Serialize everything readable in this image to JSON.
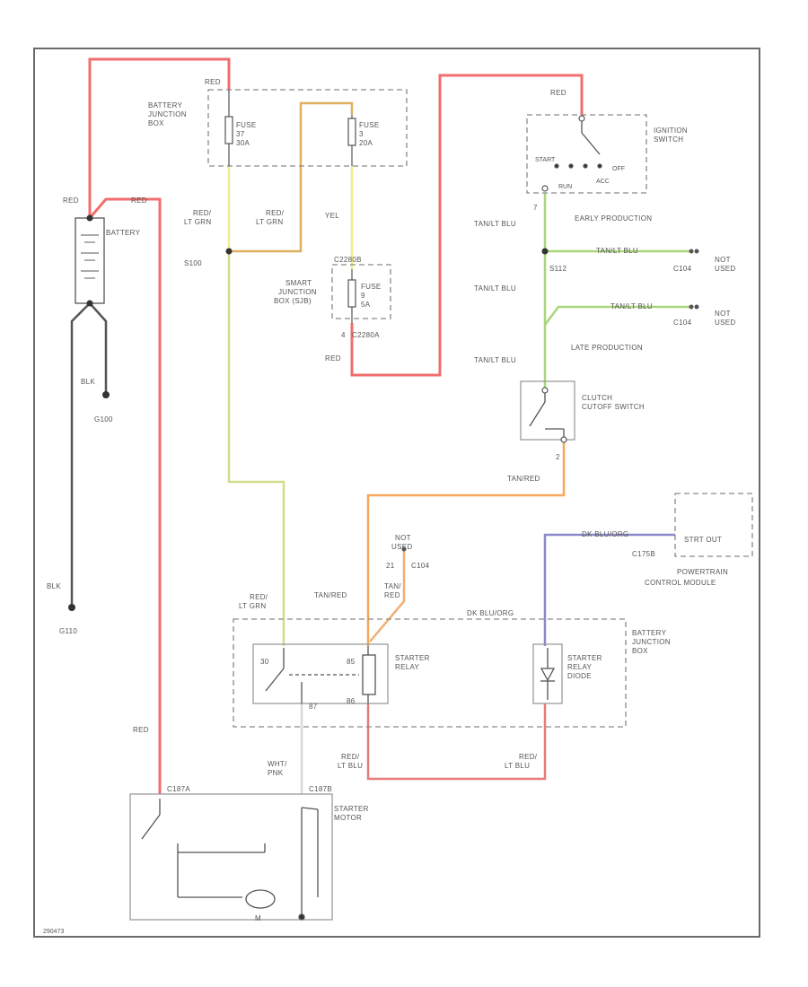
{
  "colors": {
    "red": "#f26d6d",
    "yellow": "#f0ee8a",
    "yellow_green": "#d3dc8a",
    "green": "#a9d67a",
    "orange": "#f5a85a",
    "tan_red": "#f2ad72",
    "dark_blue": "#8c88cc",
    "black": "#555555",
    "white_pink": "#d8d8d8",
    "red_ltblu": "#e87a7a",
    "red_ltgrn": "#e0b060"
  },
  "labels": {
    "red_top_battery": "RED",
    "battery_junction_box": [
      "BATTERY",
      "JUNCTION",
      "BOX"
    ],
    "fuse_37": [
      "FUSE",
      "37",
      "30A"
    ],
    "fuse_3": [
      "FUSE",
      "3",
      "20A"
    ],
    "red_ltgrn_1": [
      "RED/",
      "LT GRN"
    ],
    "red_ltgrn_2": [
      "RED/",
      "LT GRN"
    ],
    "yel": "YEL",
    "s100": "S100",
    "smart_junction_box": [
      "SMART",
      "JUNCTION",
      "BOX (SJB)"
    ],
    "c2280b": "C2280B",
    "fuse_9": [
      "FUSE",
      "9",
      "5A"
    ],
    "c2280a": "C2280A",
    "pin_4": "4",
    "red_sjb": "RED",
    "red_left": "RED",
    "red_battery_top": "RED",
    "battery": "BATTERY",
    "blk_1": "BLK",
    "g100": "G100",
    "blk_2": "BLK",
    "g110": "G110",
    "red_ignition": "RED",
    "ignition_switch": [
      "IGNITION",
      "SWITCH"
    ],
    "start": "START",
    "off": "OFF",
    "run": "RUN",
    "acc": "ACC",
    "pin_7": "7",
    "tanlt_blu_1": "TAN/LT BLU",
    "early_production": "EARLY PRODUCTION",
    "tanlt_blu_2": "TAN/LT BLU",
    "s112": "S112",
    "c104_1": "C104",
    "not_used_1": [
      "NOT",
      "USED"
    ],
    "tanlt_blu_3": "TAN/LT BLU",
    "tanlt_blu_4": "TAN/LT BLU",
    "c104_2": "C104",
    "not_used_2": [
      "NOT",
      "USED"
    ],
    "late_production": "LATE PRODUCTION",
    "tanlt_blu_5": "TAN/LT BLU",
    "clutch_cutoff_switch": [
      "CLUTCH",
      "CUTOFF SWITCH"
    ],
    "pin_2": "2",
    "tanred_1": "TAN/RED",
    "not_used_3": [
      "NOT",
      "USED"
    ],
    "pin_21": "21",
    "c104_3": "C104",
    "tanred_2": [
      "TAN/",
      "RED"
    ],
    "tanred_3": "TAN/RED",
    "red_ltgrn_3": [
      "RED/",
      "LT GRN"
    ],
    "dk_bluorg_1": "DK BLU/ORG",
    "c175b": "C175B",
    "strt_out": "STRT OUT",
    "pcm": [
      "POWERTRAIN",
      "CONTROL MODULE"
    ],
    "dk_bluorg_2": "DK BLU/ORG",
    "battery_junction_box_2": [
      "BATTERY",
      "JUNCTION",
      "BOX"
    ],
    "pin_30": "30",
    "pin_85": "85",
    "starter_relay": [
      "STARTER",
      "RELAY"
    ],
    "pin_87": "87",
    "pin_86": "86",
    "starter_relay_diode": [
      "STARTER",
      "RELAY",
      "DIODE"
    ],
    "red_ltblu_1": [
      "RED/",
      "LT BLU"
    ],
    "red_ltblu_2": [
      "RED/",
      "LT BLU"
    ],
    "red_bottom": "RED",
    "whtpnk": [
      "WHT/",
      "PNK"
    ],
    "c187a": "C187A",
    "c187b": "C187B",
    "starter_motor": [
      "STARTER",
      "MOTOR"
    ],
    "m": "M",
    "corner_code": "290473"
  }
}
